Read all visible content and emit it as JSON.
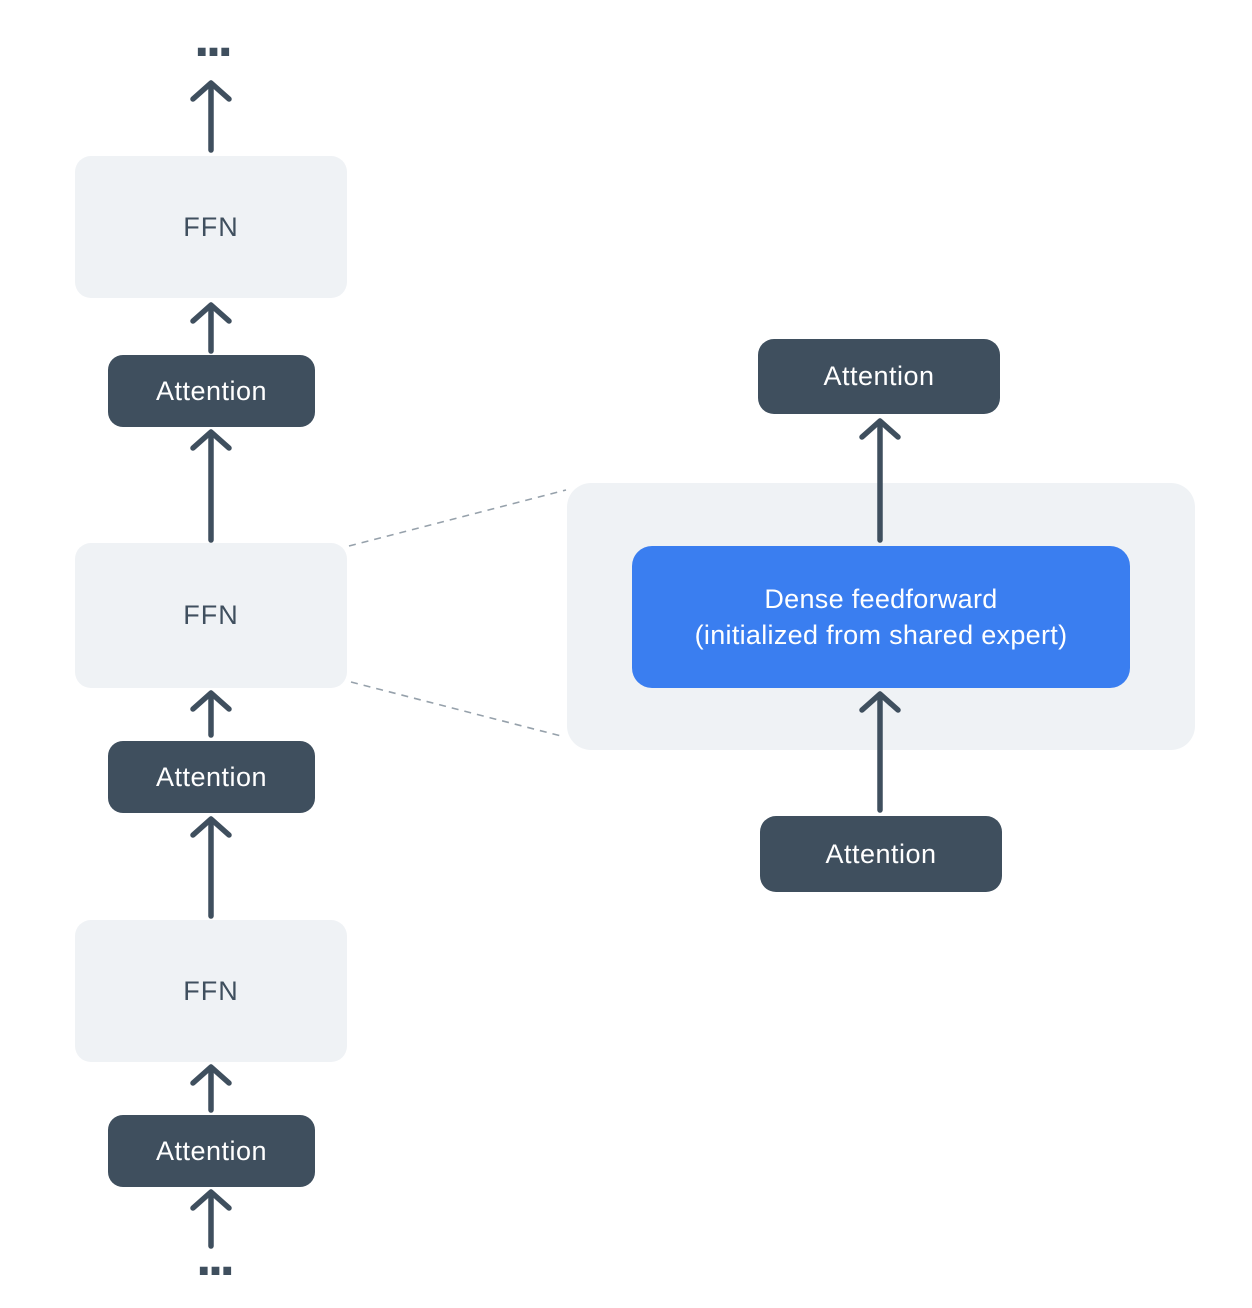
{
  "colors": {
    "dark_slate": "#3F4F5E",
    "light_panel": "#EFF2F5",
    "accent_blue": "#3A7EF0",
    "dash_gray": "#96A1AB",
    "white_text": "#FFFFFF",
    "canvas_bg": "#FFFFFF"
  },
  "left_stack": {
    "ellipsis_top": "...",
    "ellipsis_bottom": "...",
    "blocks": [
      {
        "type": "ffn",
        "label": "FFN"
      },
      {
        "type": "attention",
        "label": "Attention"
      },
      {
        "type": "ffn",
        "label": "FFN"
      },
      {
        "type": "attention",
        "label": "Attention"
      },
      {
        "type": "ffn",
        "label": "FFN"
      },
      {
        "type": "attention",
        "label": "Attention"
      }
    ]
  },
  "detail_panel": {
    "attention_above": "Attention",
    "dense_line1": "Dense feedforward",
    "dense_line2": "(initialized from shared expert)",
    "attention_below": "Attention"
  }
}
